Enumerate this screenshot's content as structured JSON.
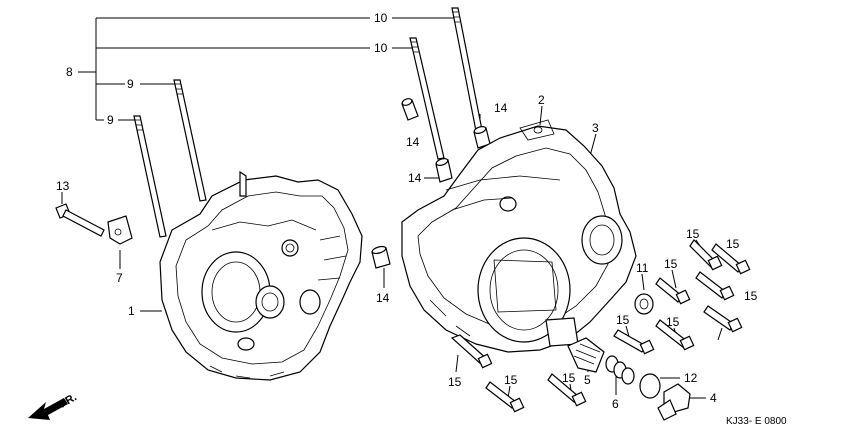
{
  "diagram": {
    "code": "KJ33- E 0800",
    "front_label": "FR.",
    "labels": {
      "l1": "1",
      "l2": "2",
      "l3": "3",
      "l4": "4",
      "l5": "5",
      "l6": "6",
      "l7": "7",
      "l8": "8",
      "l9a": "9",
      "l9b": "9",
      "l10a": "10",
      "l10b": "10",
      "l11": "11",
      "l12": "12",
      "l13": "13",
      "l14a": "14",
      "l14b": "14",
      "l14c": "14",
      "l14d": "14",
      "l15a": "15",
      "l15b": "15",
      "l15c": "15",
      "l15d": "15",
      "l15e": "15",
      "l15f": "15",
      "l15g": "15",
      "l15h": "15",
      "l15i": "15"
    }
  }
}
